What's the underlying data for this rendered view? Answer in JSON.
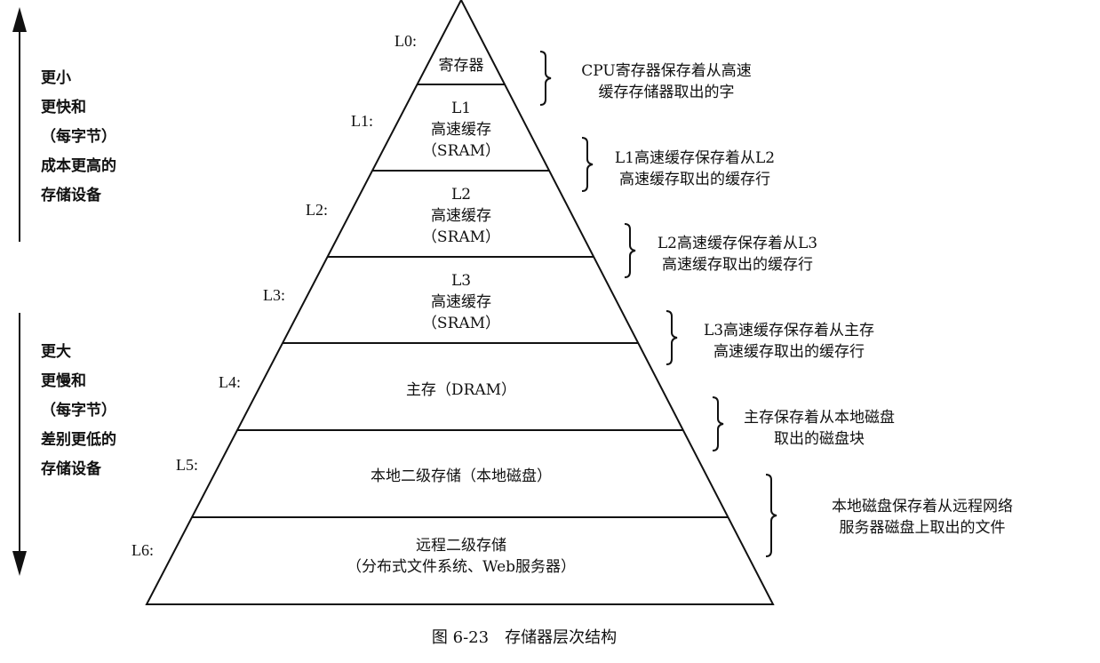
{
  "left": {
    "top_lines": [
      "更小",
      "更快和",
      "（每字节）",
      "成本更高的",
      "存储设备"
    ],
    "bottom_lines": [
      "更大",
      "更慢和",
      "（每字节）",
      "差别更低的",
      "存储设备"
    ]
  },
  "levels": [
    {
      "id": "L0:",
      "lines": [
        "寄存器"
      ],
      "note": [
        "CPU寄存器保存着从高速",
        "缓存存储器取出的字"
      ]
    },
    {
      "id": "L1:",
      "lines": [
        "L1",
        "高速缓存",
        "（SRAM）"
      ],
      "note": [
        "L1高速缓存保存着从L2",
        "高速缓存取出的缓存行"
      ]
    },
    {
      "id": "L2:",
      "lines": [
        "L2",
        "高速缓存",
        "（SRAM）"
      ],
      "note": [
        "L2高速缓存保存着从L3",
        "高速缓存取出的缓存行"
      ]
    },
    {
      "id": "L3:",
      "lines": [
        "L3",
        "高速缓存",
        "（SRAM）"
      ],
      "note": [
        "L3高速缓存保存着从主存",
        "高速缓存取出的缓存行"
      ]
    },
    {
      "id": "L4:",
      "lines": [
        "主存（DRAM）"
      ],
      "note": [
        "主存保存着从本地磁盘",
        "取出的磁盘块"
      ]
    },
    {
      "id": "L5:",
      "lines": [
        "本地二级存储（本地磁盘）"
      ],
      "note": [
        "本地磁盘保存着从远程网络",
        "服务器磁盘上取出的文件"
      ]
    },
    {
      "id": "L6:",
      "lines": [
        "远程二级存储",
        "（分布式文件系统、Web服务器）"
      ]
    }
  ],
  "caption": "图 6-23　存储器层次结构"
}
